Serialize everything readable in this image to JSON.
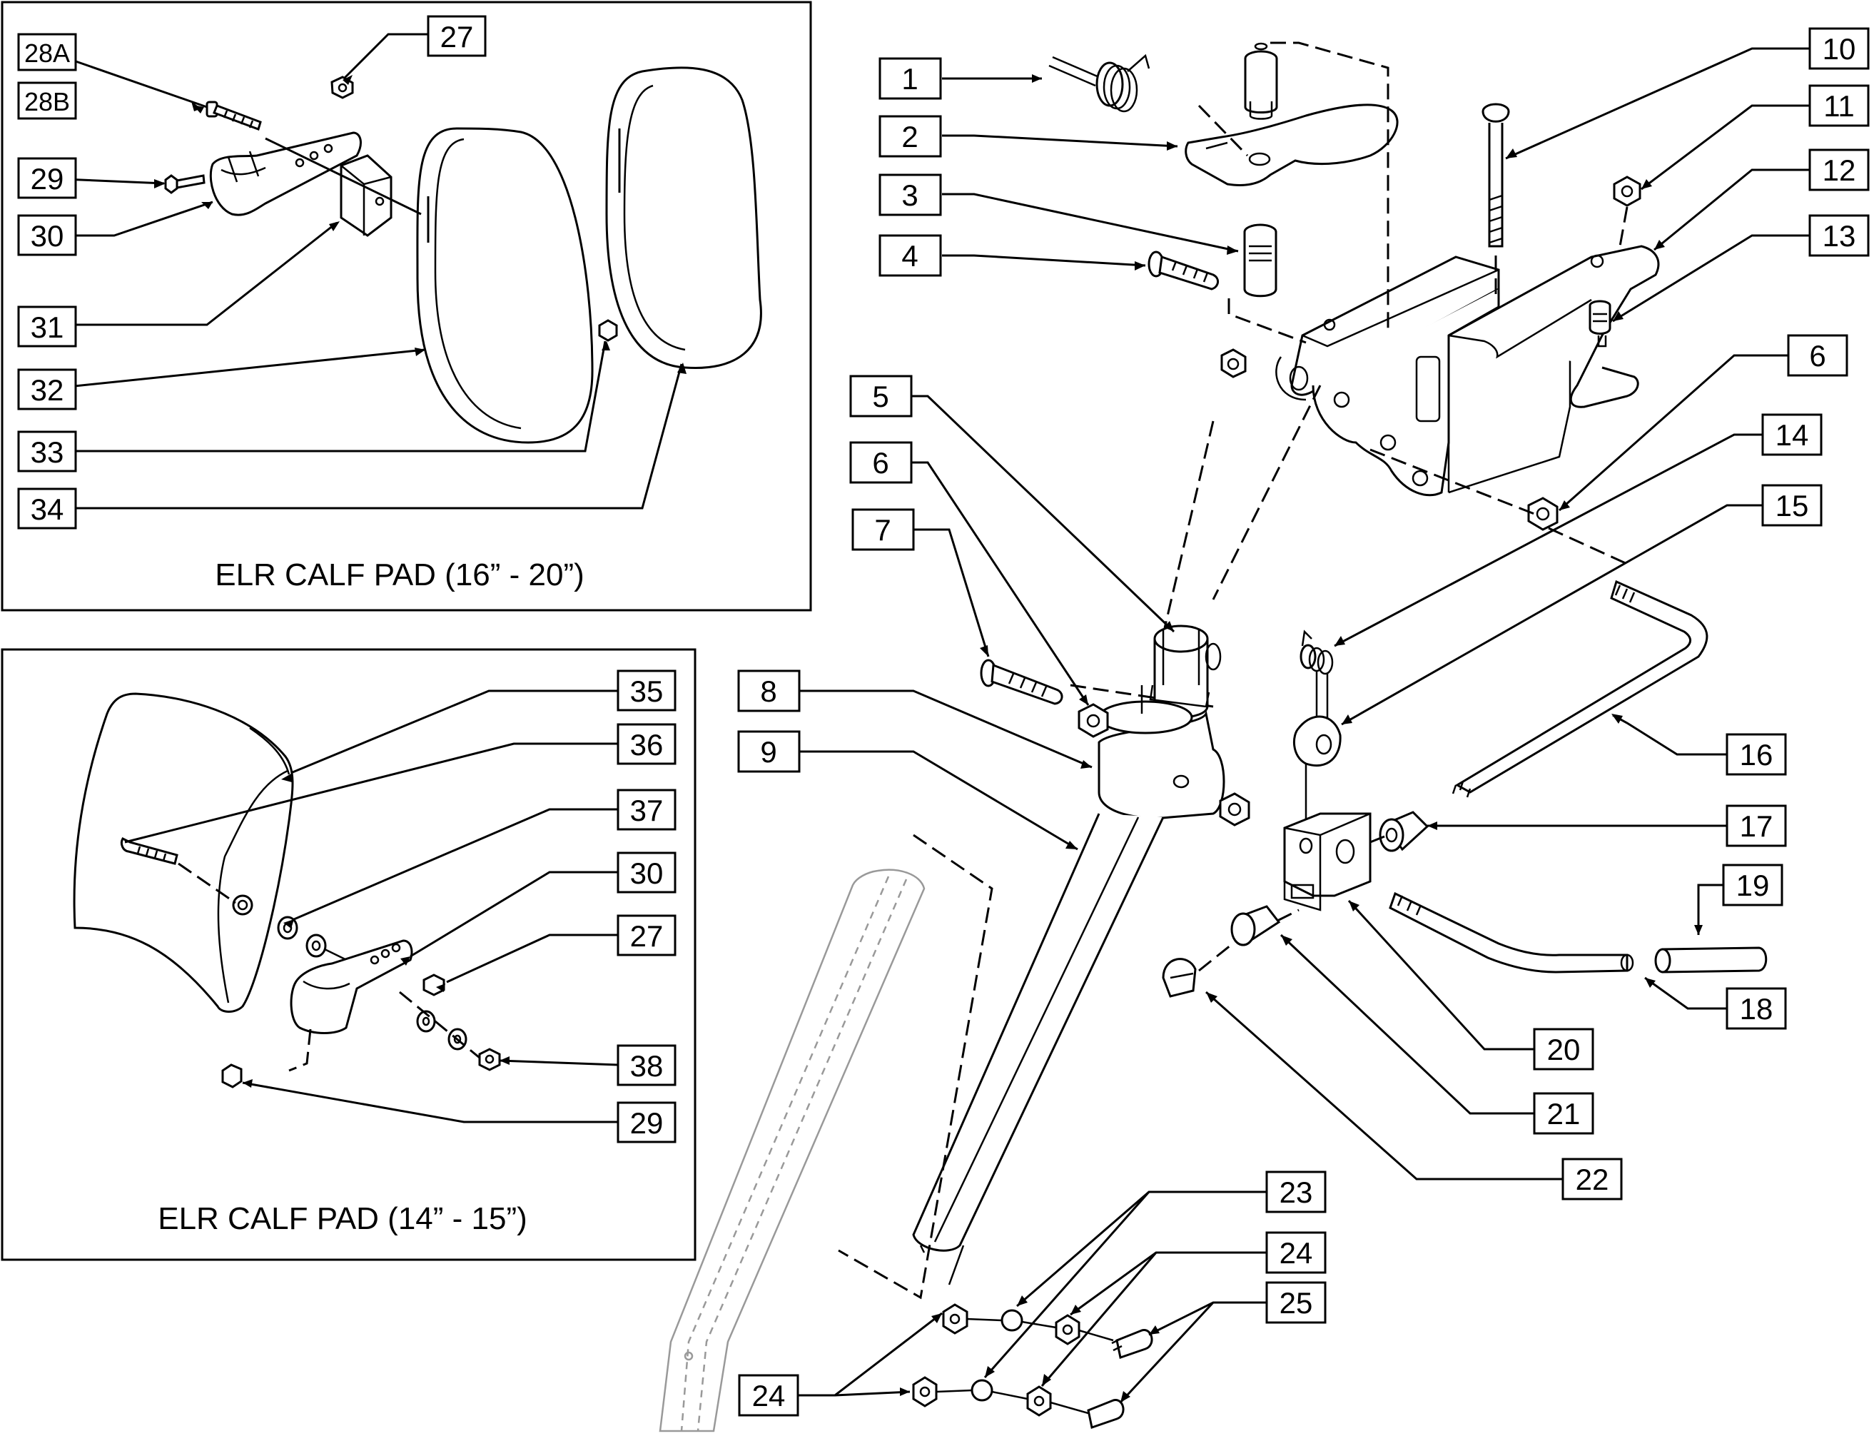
{
  "panels": {
    "upper_title": "ELR CALF PAD (16” - 20”)",
    "lower_title": "ELR CALF PAD (14” - 15”)"
  },
  "callouts": {
    "c1": "1",
    "c2": "2",
    "c3": "3",
    "c4": "4",
    "c5": "5",
    "c6a": "6",
    "c6b": "6",
    "c7": "7",
    "c8": "8",
    "c9": "9",
    "c10": "10",
    "c11": "11",
    "c12": "12",
    "c13": "13",
    "c14": "14",
    "c15": "15",
    "c16": "16",
    "c17": "17",
    "c18": "18",
    "c19": "19",
    "c20": "20",
    "c21": "21",
    "c22": "22",
    "c23": "23",
    "c24a": "24",
    "c24b": "24",
    "c25": "25",
    "c27a": "27",
    "c27b": "27",
    "c28a": "28A",
    "c28b": "28B",
    "c29a": "29",
    "c29b": "29",
    "c30a": "30",
    "c30b": "30",
    "c31": "31",
    "c32": "32",
    "c33": "33",
    "c34": "34",
    "c35": "35",
    "c36": "36",
    "c37": "37",
    "c38": "38"
  }
}
